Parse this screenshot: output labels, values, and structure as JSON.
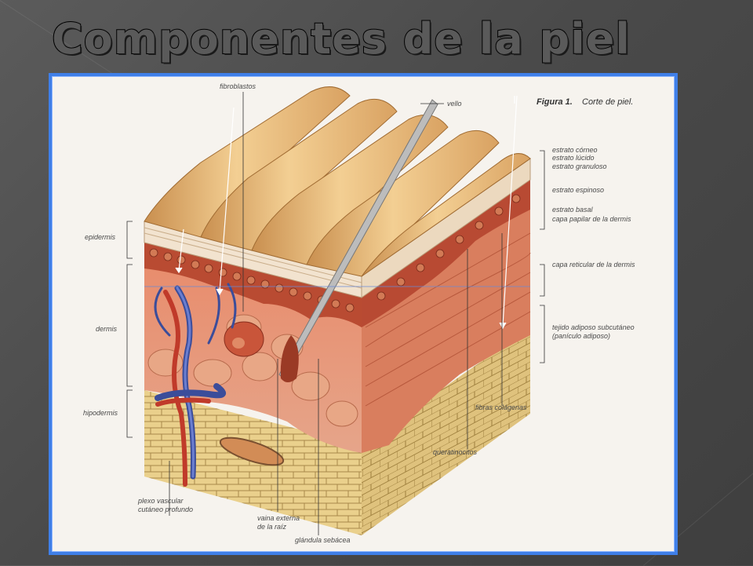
{
  "slide": {
    "title": "Componentes de la piel"
  },
  "figure": {
    "caption_bold": "Figura 1.",
    "caption_rest": "Corte de piel.",
    "labels": {
      "fibroblastos": "fibroblastos",
      "vello": "vello",
      "estrato_corneo": "estrato córneo",
      "estrato_lucido": "estrato lúcido",
      "estrato_granuloso": "estrato granuloso",
      "estrato_espinoso": "estrato espinoso",
      "estrato_basal": "estrato basal",
      "capa_papilar": "capa papilar de la dermis",
      "capa_reticular": "capa reticular de la dermis",
      "tejido_adiposo_1": "tejido adiposo subcutáneo",
      "tejido_adiposo_2": "(panículo adiposo)",
      "epidermis": "epidermis",
      "dermis": "dermis",
      "hipodermis": "hipodermis",
      "fibras_colagenas": "fibras colágenas",
      "queratinocitos": "queratinocitos",
      "plexo_1": "plexo vascular",
      "plexo_2": "cutáneo profundo",
      "vaina_1": "vaina externa",
      "vaina_2": "de la raíz",
      "glandula": "glándula sebácea"
    }
  },
  "colors": {
    "frame_border": "#3f7fe8",
    "skin_top": "#e8b877",
    "dermis": "#d9694a",
    "fat": "#e9cf86"
  }
}
